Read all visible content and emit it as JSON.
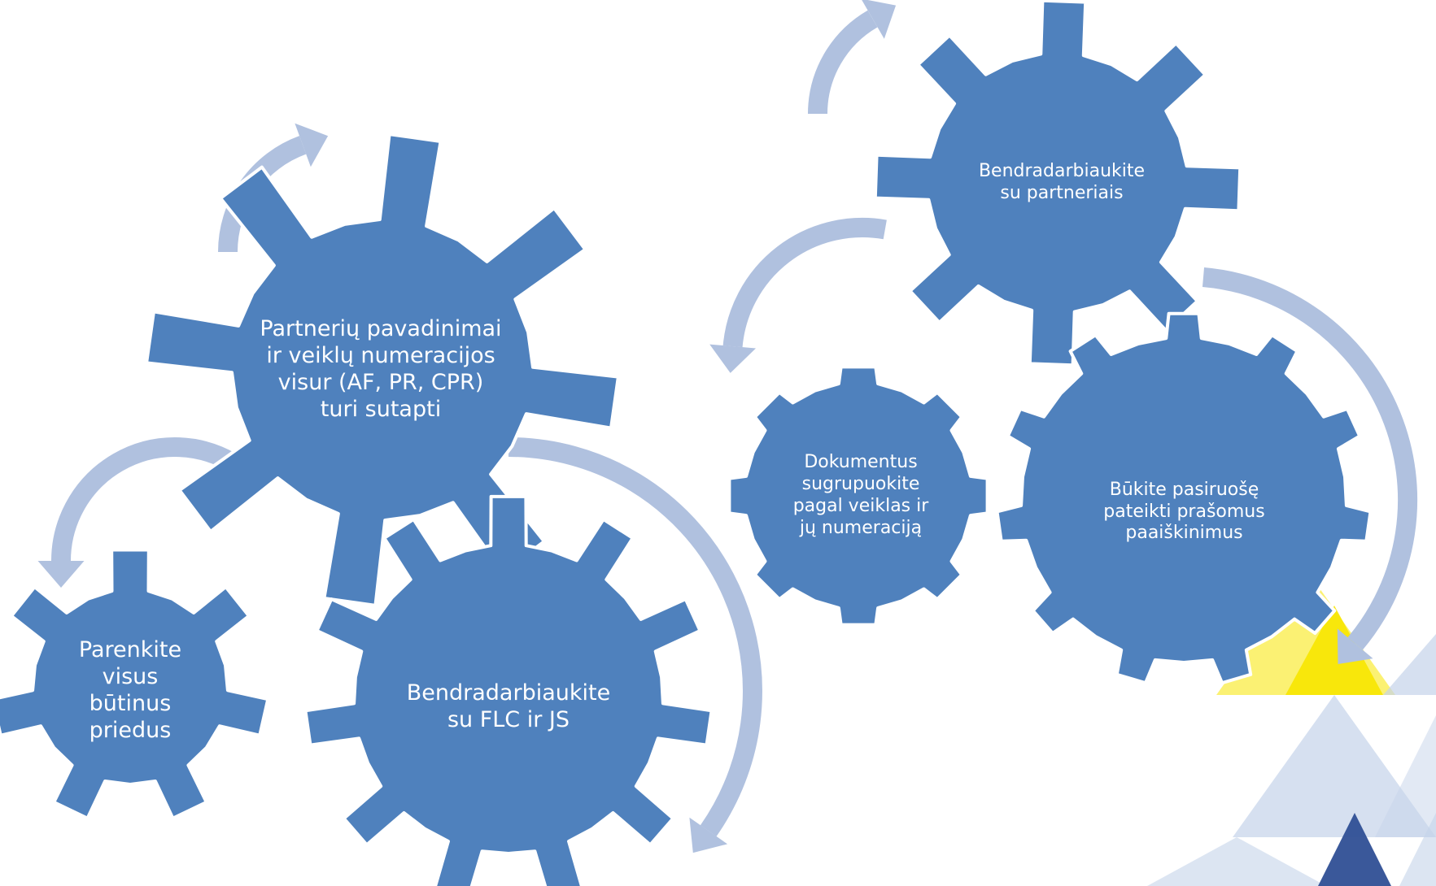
{
  "colors": {
    "gear": "#4f81bd",
    "gear_stroke": "#ffffff",
    "arrow": "#b0c1df",
    "deco_yellow": "#f7e600",
    "deco_blue_light": "#c5d3ea",
    "deco_blue_dark": "#2f4f95"
  },
  "gears": [
    {
      "id": "gear-partners-names",
      "text": "Partnerių pavadinimai ir veiklų numeracijos visur (AF, PR, CPR) turi sutapti"
    },
    {
      "id": "gear-attachments",
      "text": "Parenkite visus būtinus priedus"
    },
    {
      "id": "gear-cooperate-flc",
      "text": "Bendradarbiaukite su FLC ir JS"
    },
    {
      "id": "gear-cooperate-partners",
      "text": "Bendradarbiaukite su partneriais"
    },
    {
      "id": "gear-group-documents",
      "text": "Dokumentus sugrupuokite pagal veiklas ir jų numeraciją"
    },
    {
      "id": "gear-be-ready",
      "text": "Būkite pasiruošę pateikti prašomus paaiškinimus"
    }
  ],
  "icons": {
    "arrows": "circular-arrow-icon",
    "decoration": "triangle-pattern-decoration"
  }
}
